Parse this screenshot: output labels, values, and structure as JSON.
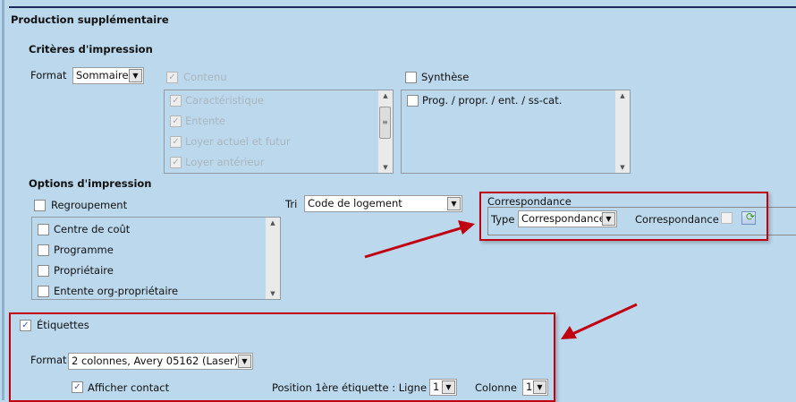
{
  "title": "Production supplémentaire",
  "criteres": {
    "heading": "Critères d'impression",
    "format_label": "Format",
    "format_value": "Sommaire",
    "contenu": {
      "label": "Contenu",
      "checked": true,
      "disabled": true,
      "items": [
        {
          "label": "Caractéristique",
          "checked": true
        },
        {
          "label": "Entente",
          "checked": true
        },
        {
          "label": "Loyer actuel et futur",
          "checked": true
        },
        {
          "label": "Loyer antérieur",
          "checked": true
        }
      ]
    },
    "synthese": {
      "label": "Synthèse",
      "checked": false,
      "items": [
        {
          "label": "Prog. / propr. / ent. / ss-cat.",
          "checked": false
        }
      ]
    }
  },
  "options": {
    "heading": "Options d'impression",
    "regroupement": {
      "label": "Regroupement",
      "checked": false,
      "items": [
        {
          "label": "Centre de coût"
        },
        {
          "label": "Programme"
        },
        {
          "label": "Propriétaire"
        },
        {
          "label": "Entente org-propriétaire"
        }
      ]
    },
    "tri_label": "Tri",
    "tri_value": "Code de logement",
    "correspondance": {
      "legend": "Correspondance",
      "type_label": "Type",
      "type_value": "Correspondance",
      "check_label": "Correspondance",
      "checked": false
    }
  },
  "etiquettes": {
    "label": "Étiquettes",
    "checked": true,
    "format_label": "Format",
    "format_value": "2 colonnes, Avery 05162 (Laser)",
    "afficher_contact": "Afficher contact",
    "position_label": "Position 1ère étiquette : Ligne",
    "ligne_value": "1",
    "colonne_label": "Colonne",
    "colonne_value": "1"
  },
  "colors": {
    "background": "#bcd8ec",
    "highlight": "#c00010"
  }
}
